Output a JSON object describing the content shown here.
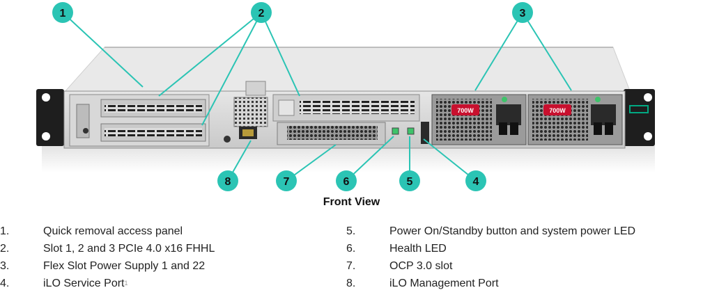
{
  "callouts": [
    "1",
    "2",
    "3",
    "4",
    "5",
    "6",
    "7",
    "8"
  ],
  "psu_label": "700W",
  "caption": "Front View",
  "legend_left": [
    {
      "num": "1.",
      "text": "Quick removal access panel",
      "sup": ""
    },
    {
      "num": "2.",
      "text": "Slot 1, 2 and 3 PCIe 4.0 x16 FHHL",
      "sup": ""
    },
    {
      "num": "3.",
      "text": "Flex Slot Power Supply 1 and 22",
      "sup": ""
    },
    {
      "num": "4.",
      "text": "iLO Service Port",
      "sup": "1"
    }
  ],
  "legend_right": [
    {
      "num": "5.",
      "text": "Power On/Standby button and system power LED",
      "sup": ""
    },
    {
      "num": "6.",
      "text": "Health LED",
      "sup": ""
    },
    {
      "num": "7.",
      "text": "OCP 3.0 slot",
      "sup": ""
    },
    {
      "num": "8.",
      "text": "iLO Management Port",
      "sup": ""
    }
  ],
  "colors": {
    "callout": "#2bc4b4",
    "psu_handle": "#c8102e",
    "led": "#3ec36a",
    "hpe_logo": "#01a982"
  }
}
